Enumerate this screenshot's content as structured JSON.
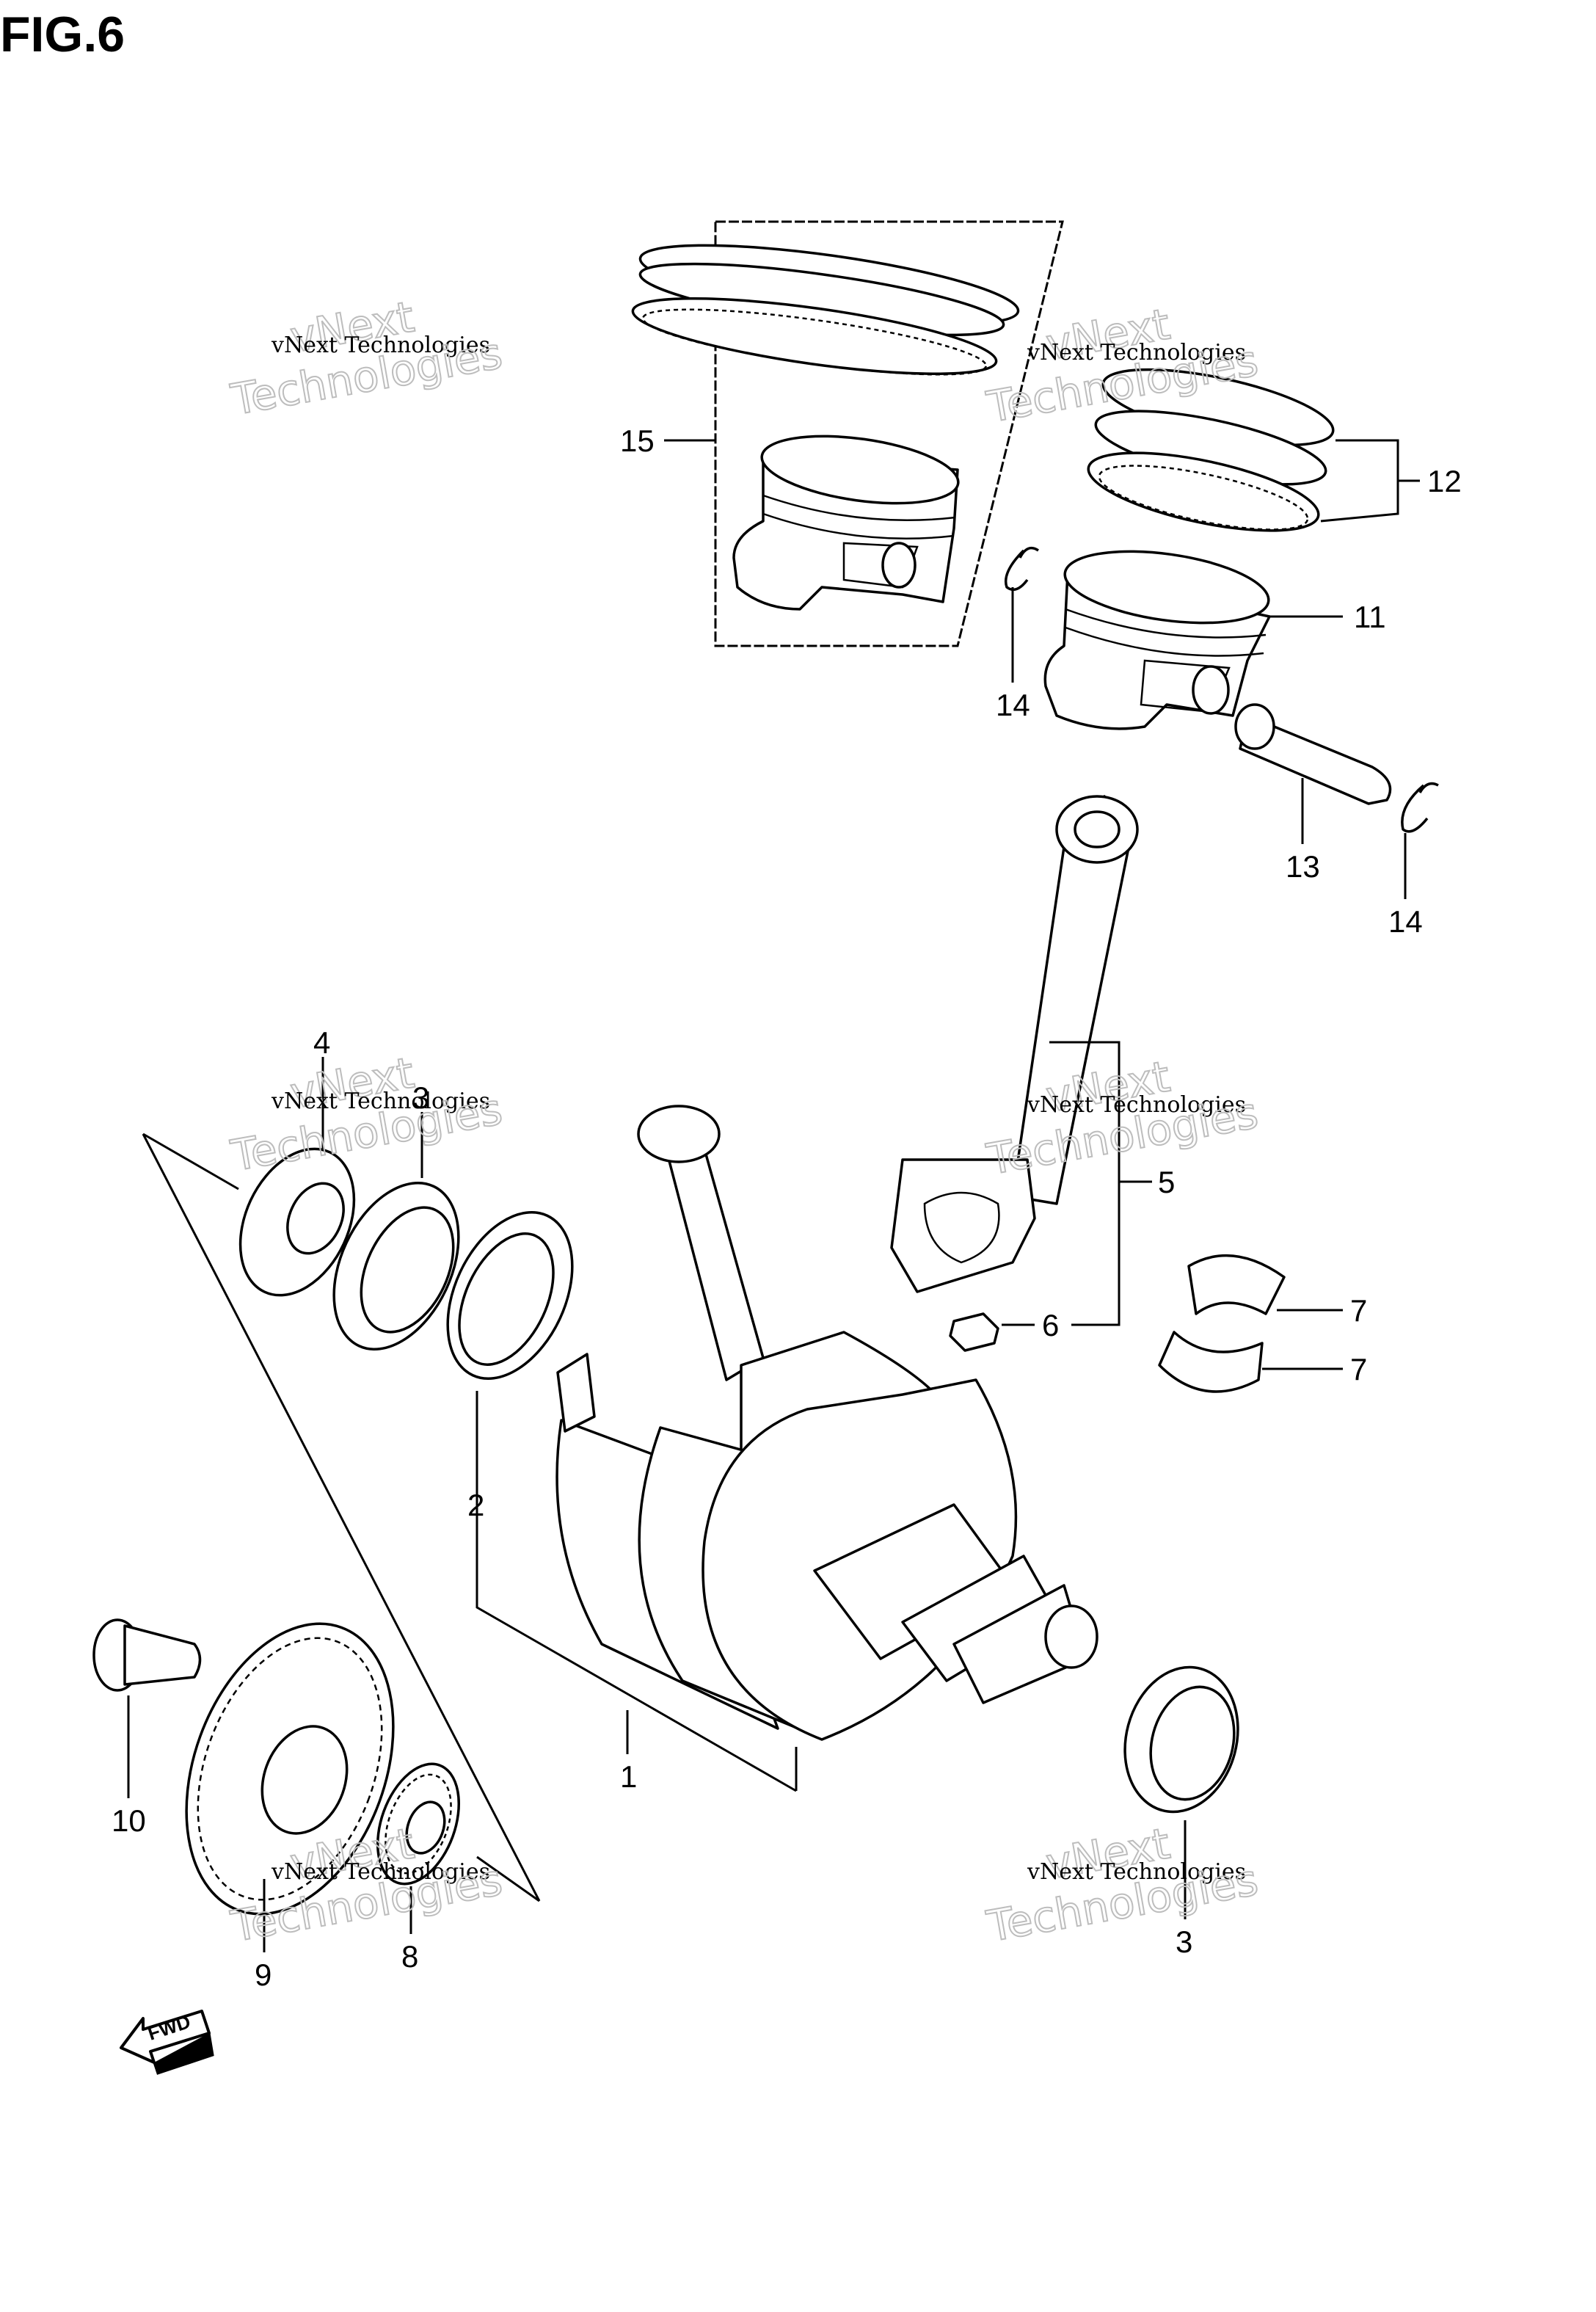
{
  "figure_title": "FIG.6",
  "watermark": {
    "line1": "vNext",
    "line2": "vNext Technologies",
    "line3": "Technologies"
  },
  "callouts": {
    "c1": "1",
    "c2": "2",
    "c3a": "3",
    "c3b": "3",
    "c4": "4",
    "c5": "5",
    "c6": "6",
    "c7a": "7",
    "c7b": "7",
    "c8": "8",
    "c9": "9",
    "c10": "10",
    "c11": "11",
    "c12": "12",
    "c13": "13",
    "c14a": "14",
    "c14b": "14",
    "c15": "15"
  },
  "fwd_label": "FWD",
  "icons": {
    "fwd": "fwd-arrow-icon"
  }
}
